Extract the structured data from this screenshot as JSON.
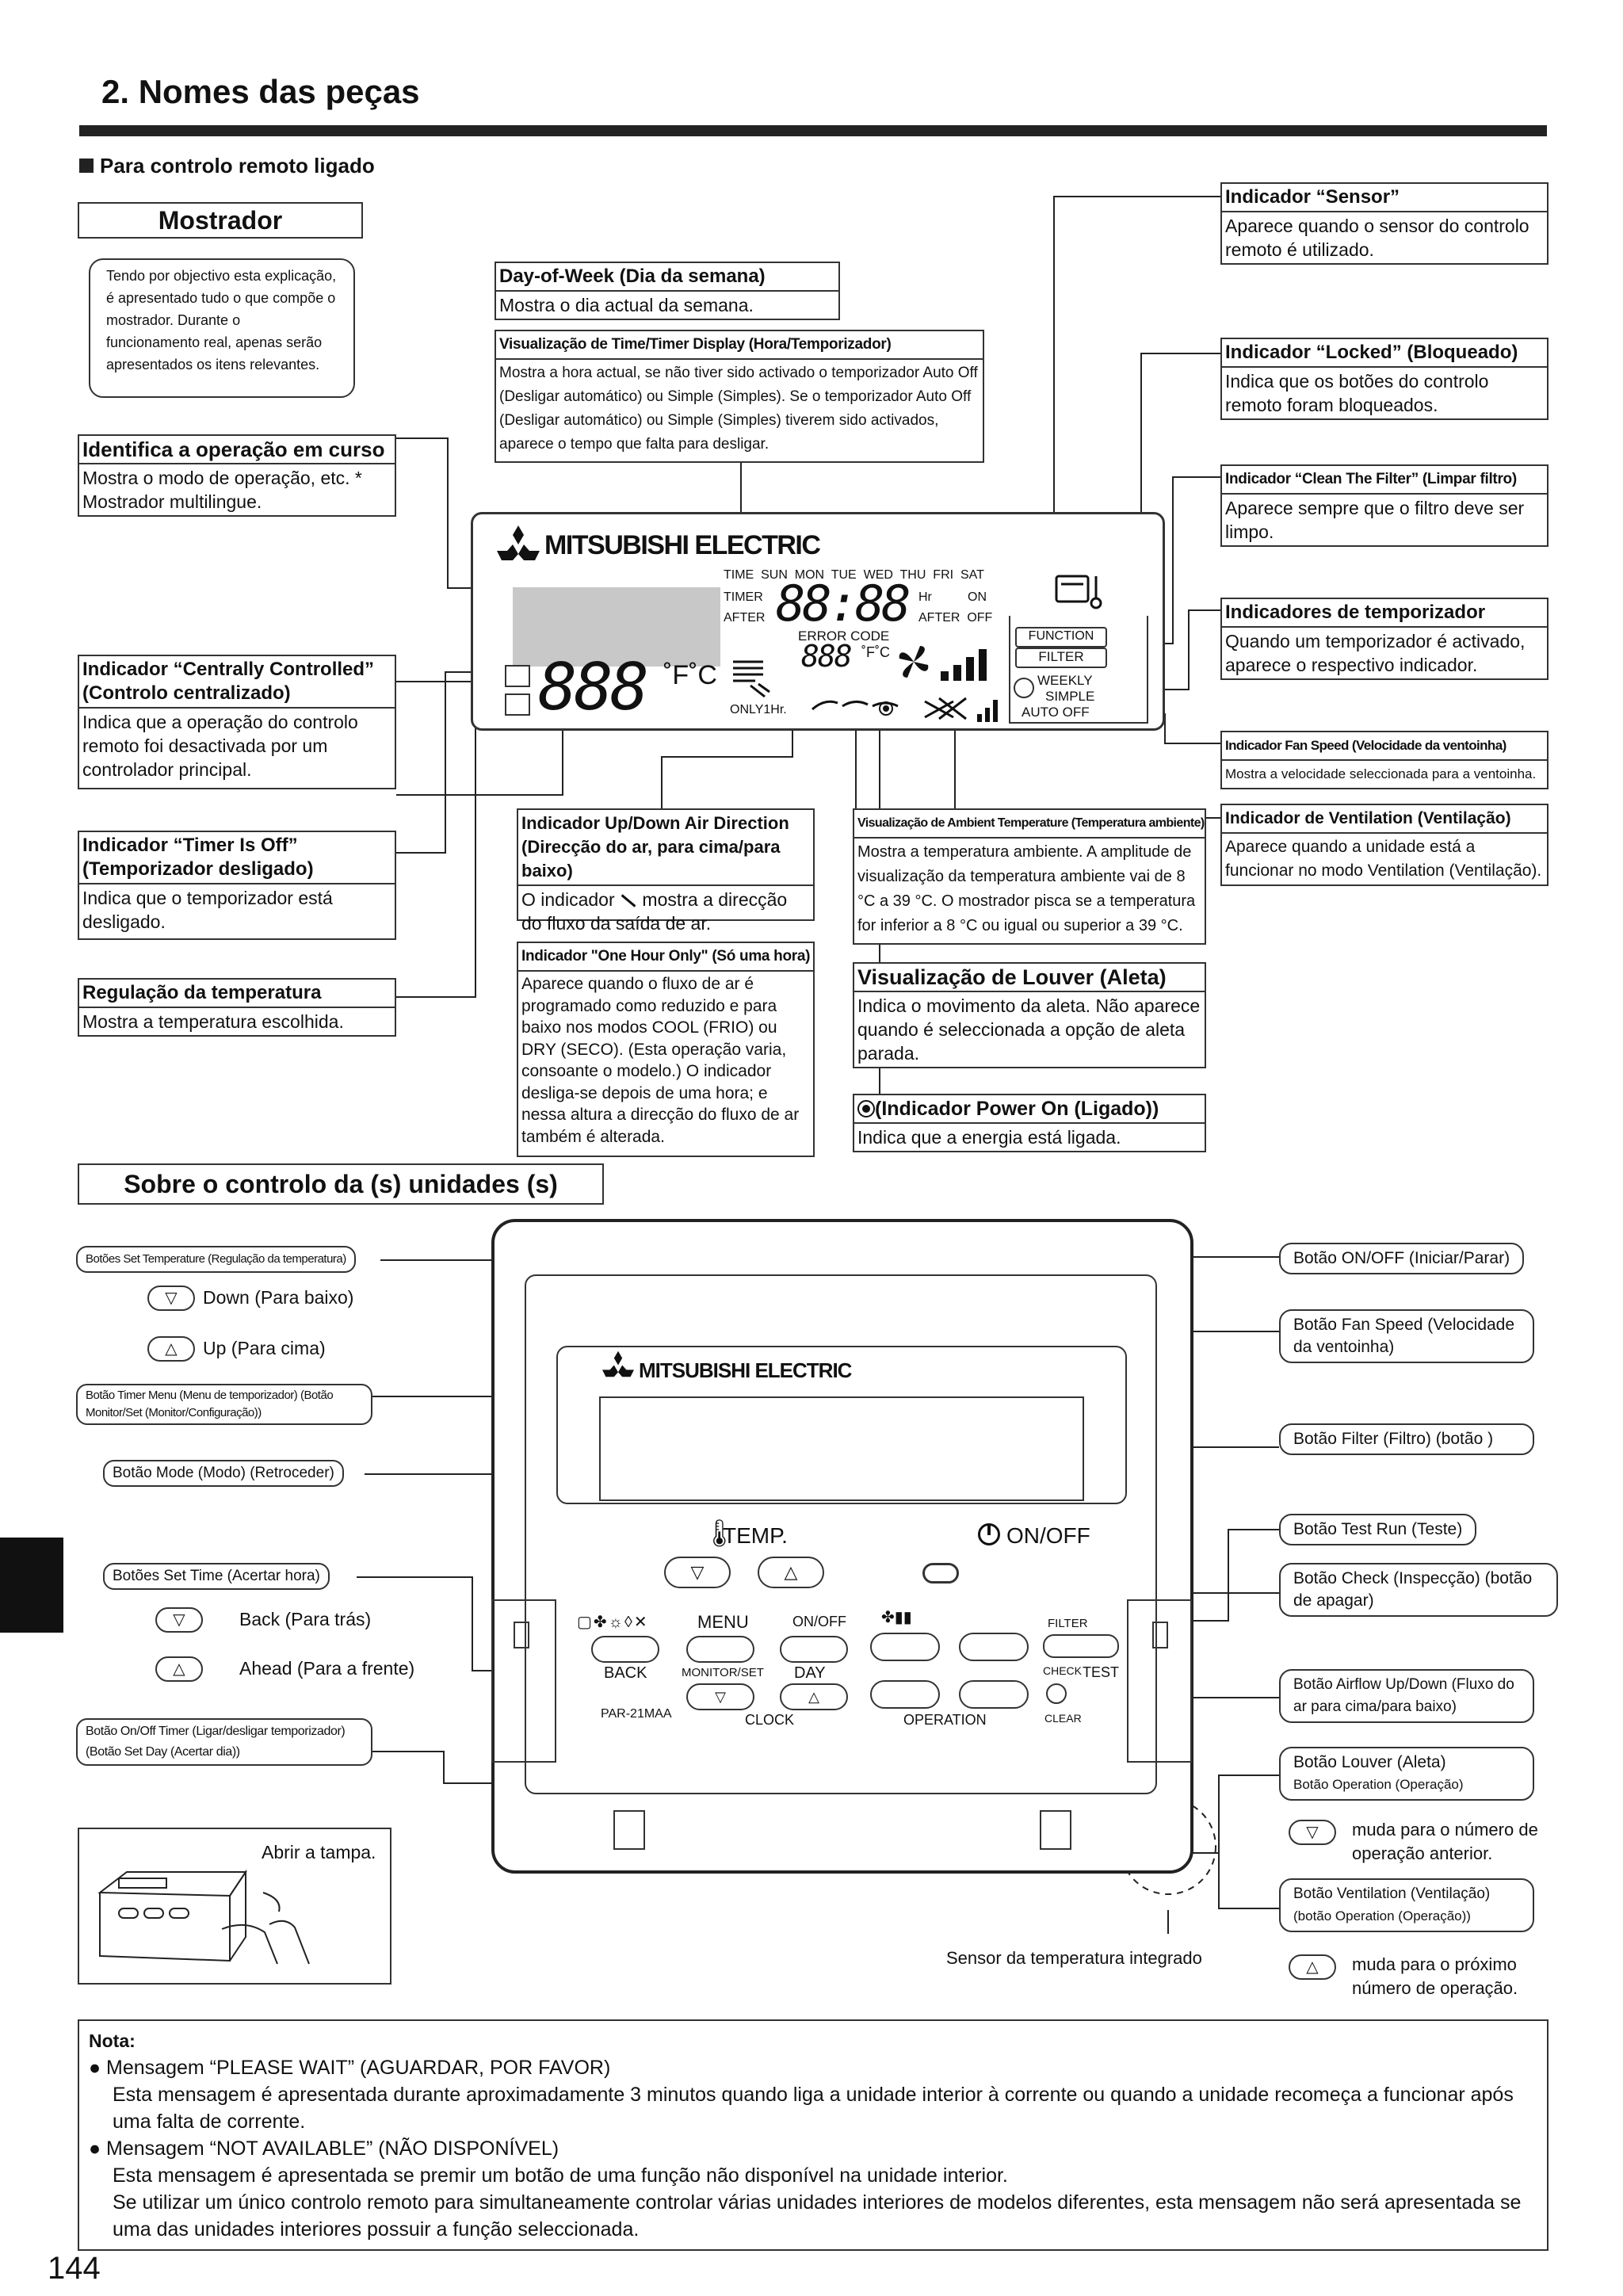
{
  "section_title": "2. Nomes das peças",
  "subsection": "Para controlo remoto ligado",
  "display_heading": "Mostrador",
  "intro_note": "Tendo por objectivo esta explicação, é apresentado tudo o que compõe o mostrador. Durante o funcionamento real, apenas serão apresentados os itens relevantes.",
  "brand": "MITSUBISHI ELECTRIC",
  "lcd": {
    "days": "TIME  SUN  MON  TUE  WED  THU  FRI  SAT",
    "timer": "TIMER",
    "after": "AFTER",
    "hr": "Hr",
    "on": "ON",
    "after_off": "AFTER  OFF",
    "error_code": "ERROR CODE",
    "big_digits": "888",
    "unit": "˚F˚C",
    "small_digits": "888",
    "small_unit": "˚F˚C",
    "only1hr": "ONLY1Hr.",
    "function": "FUNCTION",
    "filter": "FILTER",
    "weekly": "WEEKLY",
    "simple": "SIMPLE",
    "auto_off": "AUTO OFF"
  },
  "display_labels": {
    "day_of_week": {
      "title": "Day-of-Week (Dia da semana)",
      "body": "Mostra o dia actual da semana."
    },
    "time_timer": {
      "title": "Visualização de Time/Timer Display (Hora/Temporizador)",
      "body": "Mostra a hora actual, se não tiver sido activado o temporizador Auto Off (Desligar automático) ou Simple (Simples). Se o temporizador Auto Off (Desligar automático) ou Simple (Simples) tiverem sido activados, aparece o tempo que falta para desligar."
    },
    "operation": {
      "title": "Identifica a operação em curso",
      "body": "Mostra o modo de operação, etc. * Mostrador multilingue."
    },
    "centrally": {
      "title": "Indicador “Centrally Controlled” (Controlo centralizado)",
      "body": "Indica que a operação do controlo remoto foi desactivada por um controlador principal."
    },
    "timer_off": {
      "title": "Indicador “Timer Is Off” (Temporizador desligado)",
      "body": "Indica que o temporizador está desligado."
    },
    "temp_set": {
      "title": "Regulação da temperatura",
      "body": "Mostra a temperatura escolhida."
    },
    "airdir": {
      "title": "Indicador Up/Down Air Direction (Direcção do ar, para cima/para baixo)",
      "body_a": "O indicador",
      "body_b": "mostra a direcção do fluxo da saída de ar."
    },
    "onehour": {
      "title": "Indicador \"One Hour Only\" (Só uma hora)",
      "body": "Aparece quando o fluxo de ar é programado como reduzido e para baixo nos modos COOL (FRIO) ou DRY (SECO). (Esta operação varia, consoante o modelo.) O indicador desliga-se depois de uma hora; e nessa altura a direcção do fluxo de ar também é alterada."
    },
    "ambient": {
      "title": "Visualização de Ambient Temperature (Temperatura ambiente)",
      "body": "Mostra a temperatura ambiente. A amplitude de visualização da temperatura ambiente vai de 8 °C a 39 °C. O mostrador pisca se a temperatura for inferior a 8 °C ou igual ou superior a 39 °C."
    },
    "louver": {
      "title": "Visualização de Louver (Aleta)",
      "body": "Indica o movimento da aleta. Não aparece quando é seleccionada a opção de aleta parada."
    },
    "power": {
      "title": "(Indicador Power On (Ligado))",
      "body": "Indica que a energia está ligada."
    },
    "sensor": {
      "title": "Indicador “Sensor”",
      "body": "Aparece quando o sensor do controlo remoto é utilizado."
    },
    "locked": {
      "title": "Indicador “Locked” (Bloqueado)",
      "body": "Indica que os botões do controlo remoto foram bloqueados."
    },
    "clean": {
      "title": "Indicador “Clean The Filter” (Limpar filtro)",
      "body": "Aparece sempre que o filtro deve ser limpo."
    },
    "timers": {
      "title": "Indicadores de temporizador",
      "body": "Quando um temporizador é activado, aparece o respectivo indicador."
    },
    "fanspeed": {
      "title": "Indicador Fan Speed (Velocidade da ventoinha)",
      "body": "Mostra a velocidade seleccionada para a ventoinha."
    },
    "vent": {
      "title": "Indicador de Ventilation (Ventilação)",
      "body": "Aparece quando a unidade está a funcionar no modo Ventilation (Ventilação)."
    }
  },
  "control_heading": "Sobre o controlo da (s) unidades (s)",
  "left_buttons": {
    "set_temp": "Botões Set Temperature (Regulação da temperatura)",
    "down": "Down (Para baixo)",
    "up": "Up (Para cima)",
    "timer_menu": "Botão Timer Menu (Menu de temporizador) (Botão Monitor/Set (Monitor/Configuração))",
    "mode": "Botão Mode (Modo) (Retroceder)",
    "set_time": "Botões Set Time (Acertar hora)",
    "back": "Back (Para trás)",
    "ahead": "Ahead (Para a frente)",
    "onoff_timer": "Botão On/Off Timer (Ligar/desligar temporizador) (Botão Set Day (Acertar dia))"
  },
  "right_buttons": {
    "onoff": "Botão ON/OFF (Iniciar/Parar)",
    "fan": "Botão Fan Speed (Velocidade da ventoinha)",
    "filter": "Botão  Filter (Filtro) (botão  )",
    "test": "Botão Test Run (Teste)",
    "check": "Botão Check (Inspecção) (botão de apagar)",
    "airflow": "Botão Airflow Up/Down (Fluxo do ar para cima/para baixo)",
    "louver": "Botão Louver (Aleta)",
    "louver_op": "Botão Operation  (Operação)",
    "prev_op": "muda para o número de operação anterior.",
    "vent": "Botão Ventilation (Ventilação)",
    "vent_op": "(botão Operation  (Operação))",
    "next_op": "muda para o próximo número de operação."
  },
  "remote": {
    "temp": "TEMP.",
    "onoff": "ON/OFF",
    "menu": "MENU",
    "onoff_small": "ON/OFF",
    "back": "BACK",
    "monitor_set": "MONITOR/SET",
    "day": "DAY",
    "model": "PAR-21MAA",
    "clock": "CLOCK",
    "operation": "OPERATION",
    "filter": "FILTER",
    "check": "CHECK",
    "test": "TEST",
    "clear": "CLEAR"
  },
  "open_cover": "Abrir a tampa.",
  "sensor_caption": "Sensor da temperatura integrado",
  "note": {
    "title": "Nota:",
    "item1_title": "Mensagem “PLEASE WAIT” (AGUARDAR, POR FAVOR)",
    "item1_body": "Esta mensagem é apresentada durante aproximadamente 3 minutos quando liga a unidade interior à corrente ou quando a unidade recomeça a funcionar após uma falta de corrente.",
    "item2_title": "Mensagem “NOT AVAILABLE” (NÃO DISPONÍVEL)",
    "item2_body1": "Esta mensagem é apresentada se premir um botão de uma função não disponível na unidade interior.",
    "item2_body2": "Se utilizar um único controlo remoto para simultaneamente controlar várias unidades interiores de modelos diferentes, esta mensagem não será apresentada se uma das unidades interiores possuir a função seleccionada."
  },
  "page_number": "144"
}
